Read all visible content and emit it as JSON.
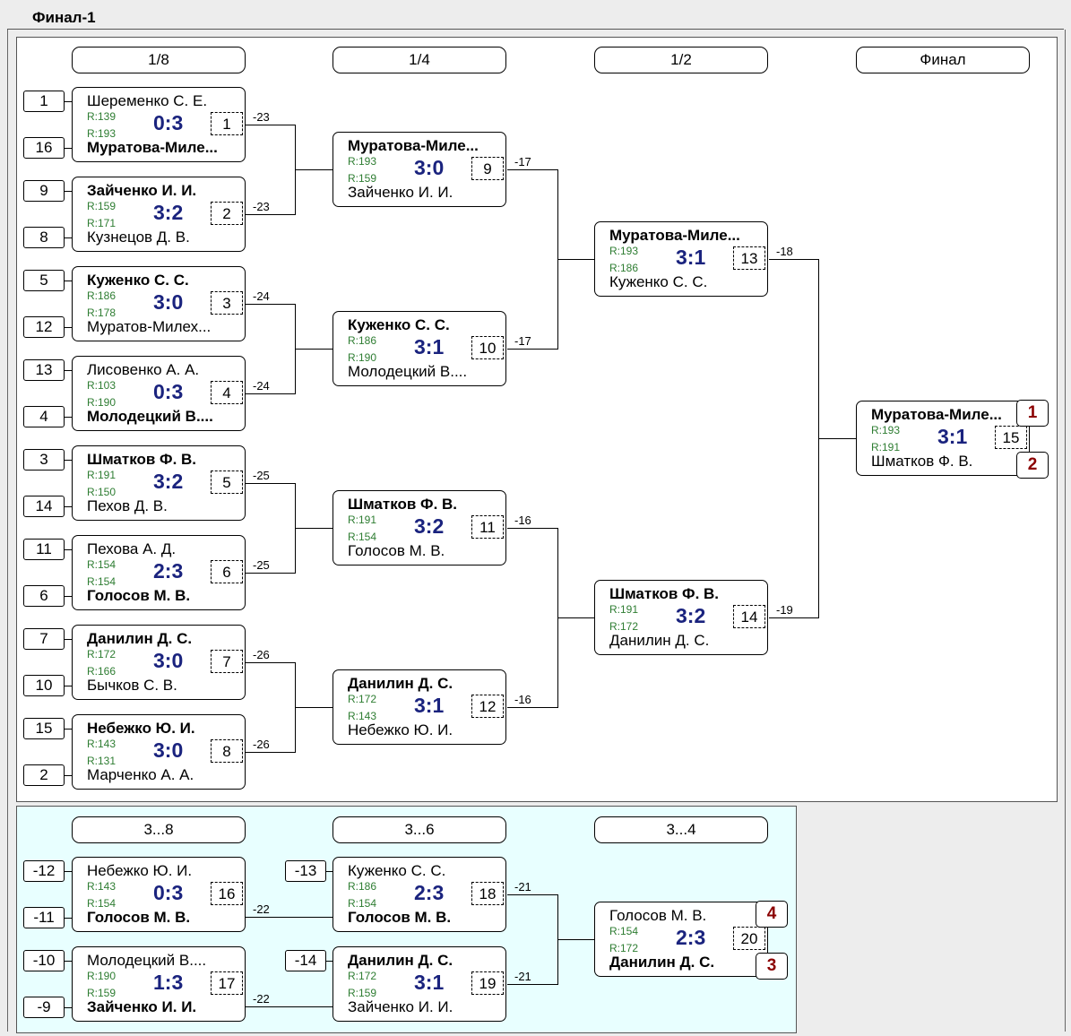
{
  "title": "Финал-1",
  "rounds": [
    "1/8",
    "1/4",
    "1/2",
    "Финал"
  ],
  "consolation_rounds": [
    "3...8",
    "3...6",
    "3...4"
  ],
  "seeds": [
    "1",
    "16",
    "9",
    "8",
    "5",
    "12",
    "13",
    "4",
    "3",
    "14",
    "11",
    "6",
    "7",
    "10",
    "15",
    "2"
  ],
  "cons_seeds": [
    "-12",
    "-11",
    "-10",
    "-9",
    "-13",
    "-14"
  ],
  "loser_labels": [
    "-23",
    "-23",
    "-24",
    "-24",
    "-25",
    "-25",
    "-26",
    "-26",
    "-17",
    "-17",
    "-16",
    "-16",
    "-18",
    "-19",
    "-22",
    "-22",
    "-21",
    "-21"
  ],
  "places": [
    "1",
    "2",
    "4",
    "3"
  ],
  "matches": [
    {
      "no": "1",
      "p1": "Шеременко С. Е.",
      "r1": "R:139",
      "p2": "Муратова-Миле...",
      "r2": "R:193",
      "score": "0:3"
    },
    {
      "no": "2",
      "p1": "Зайченко И. И.",
      "r1": "R:159",
      "p2": "Кузнецов Д. В.",
      "r2": "R:171",
      "score": "3:2"
    },
    {
      "no": "3",
      "p1": "Куженко С. С.",
      "r1": "R:186",
      "p2": "Муратов-Милех...",
      "r2": "R:178",
      "score": "3:0"
    },
    {
      "no": "4",
      "p1": "Лисовенко А. А.",
      "r1": "R:103",
      "p2": "Молодецкий В....",
      "r2": "R:190",
      "score": "0:3"
    },
    {
      "no": "5",
      "p1": "Шматков Ф. В.",
      "r1": "R:191",
      "p2": "Пехов Д. В.",
      "r2": "R:150",
      "score": "3:2"
    },
    {
      "no": "6",
      "p1": "Пехова А. Д.",
      "r1": "R:154",
      "p2": "Голосов М. В.",
      "r2": "R:154",
      "score": "2:3"
    },
    {
      "no": "7",
      "p1": "Данилин Д. С.",
      "r1": "R:172",
      "p2": "Бычков С. В.",
      "r2": "R:166",
      "score": "3:0"
    },
    {
      "no": "8",
      "p1": "Небежко Ю. И.",
      "r1": "R:143",
      "p2": "Марченко А. А.",
      "r2": "R:131",
      "score": "3:0"
    },
    {
      "no": "9",
      "p1": "Муратова-Миле...",
      "r1": "R:193",
      "p2": "Зайченко И. И.",
      "r2": "R:159",
      "score": "3:0"
    },
    {
      "no": "10",
      "p1": "Куженко С. С.",
      "r1": "R:186",
      "p2": "Молодецкий В....",
      "r2": "R:190",
      "score": "3:1"
    },
    {
      "no": "11",
      "p1": "Шматков Ф. В.",
      "r1": "R:191",
      "p2": "Голосов М. В.",
      "r2": "R:154",
      "score": "3:2"
    },
    {
      "no": "12",
      "p1": "Данилин Д. С.",
      "r1": "R:172",
      "p2": "Небежко Ю. И.",
      "r2": "R:143",
      "score": "3:1"
    },
    {
      "no": "13",
      "p1": "Муратова-Миле...",
      "r1": "R:193",
      "p2": "Куженко С. С.",
      "r2": "R:186",
      "score": "3:1"
    },
    {
      "no": "14",
      "p1": "Шматков Ф. В.",
      "r1": "R:191",
      "p2": "Данилин Д. С.",
      "r2": "R:172",
      "score": "3:2"
    },
    {
      "no": "15",
      "p1": "Муратова-Миле...",
      "r1": "R:193",
      "p2": "Шматков Ф. В.",
      "r2": "R:191",
      "score": "3:1"
    },
    {
      "no": "16",
      "p1": "Небежко Ю. И.",
      "r1": "R:143",
      "p2": "Голосов М. В.",
      "r2": "R:154",
      "score": "0:3"
    },
    {
      "no": "17",
      "p1": "Молодецкий В....",
      "r1": "R:190",
      "p2": "Зайченко И. И.",
      "r2": "R:159",
      "score": "1:3"
    },
    {
      "no": "18",
      "p1": "Куженко С. С.",
      "r1": "R:186",
      "p2": "Голосов М. В.",
      "r2": "R:154",
      "score": "2:3"
    },
    {
      "no": "19",
      "p1": "Данилин Д. С.",
      "r1": "R:172",
      "p2": "Зайченко И. И.",
      "r2": "R:159",
      "score": "3:1"
    },
    {
      "no": "20",
      "p1": "Голосов М. В.",
      "r1": "R:154",
      "p2": "Данилин Д. С.",
      "r2": "R:172",
      "score": "2:3"
    }
  ]
}
